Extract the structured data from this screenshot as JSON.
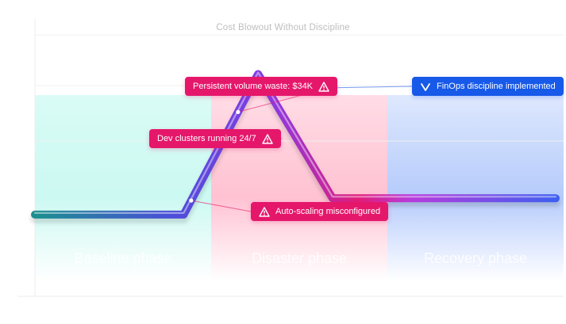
{
  "chart_data": {
    "type": "line",
    "title": "Cost Blowout Without Discipline",
    "xlabel": "",
    "ylabel": "",
    "grid": true,
    "phases": [
      {
        "label": "Baseline phase",
        "color": "#bff7ee"
      },
      {
        "label": "Disaster phase",
        "color": "#ffb7cb"
      },
      {
        "label": "Recovery phase",
        "color": "#a9c2fb"
      }
    ],
    "series": [
      {
        "x": [
          0,
          1,
          2,
          3,
          4,
          5,
          6,
          7
        ],
        "y": [
          2.5,
          2.5,
          2.5,
          6.8,
          3.0,
          3.0,
          3.0,
          3.0
        ]
      }
    ],
    "annotations": [
      {
        "text": "Persistent volume waste: $34K",
        "style": "warning",
        "color": "#e5176b"
      },
      {
        "text": "Dev clusters running 24/7",
        "style": "warning",
        "color": "#e5176b"
      },
      {
        "text": "Auto-scaling misconfigured",
        "style": "warning",
        "color": "#e5176b"
      },
      {
        "text": "FinOps discipline implemented",
        "style": "check",
        "color": "#1759e8"
      }
    ]
  }
}
